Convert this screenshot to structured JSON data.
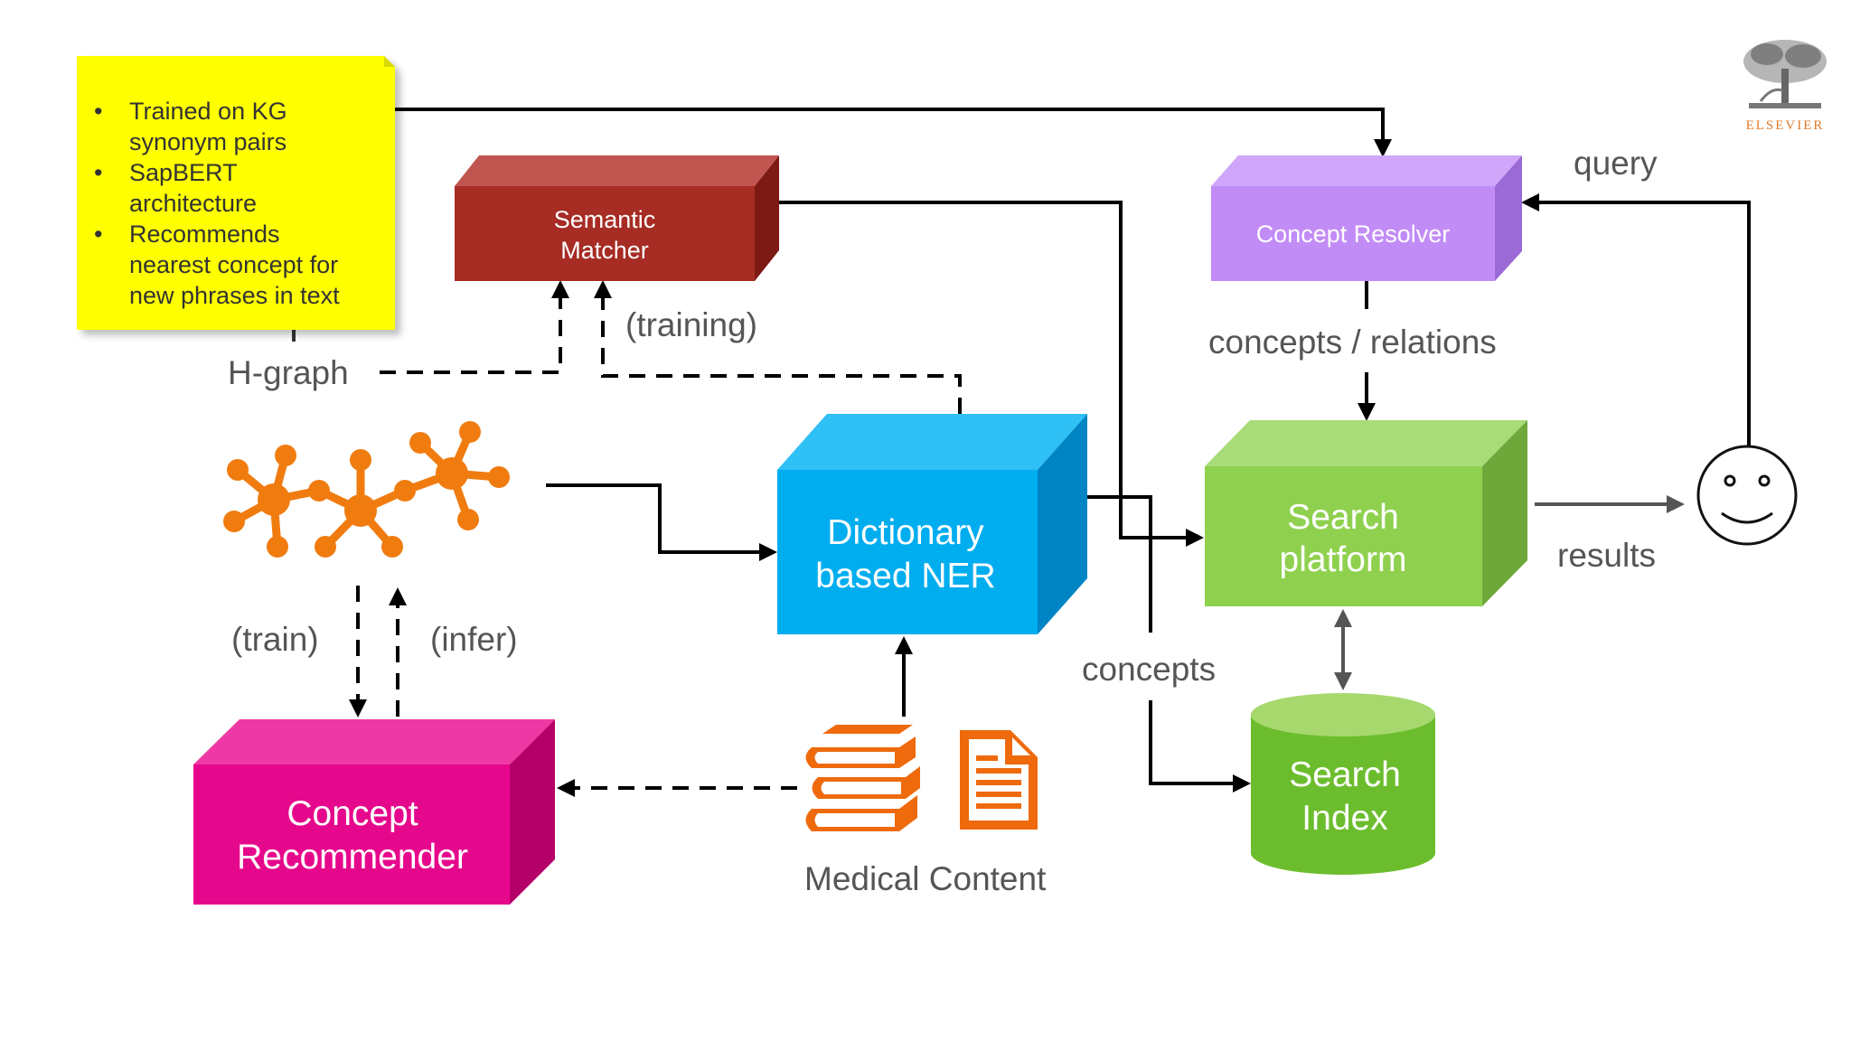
{
  "note": {
    "bullets": [
      [
        "Trained on KG",
        "synonym pairs"
      ],
      [
        "SapBERT",
        "architecture"
      ],
      [
        "Recommends",
        "nearest concept for",
        "new phrases in text"
      ]
    ]
  },
  "semantic_matcher": {
    "lines": [
      "Semantic",
      "Matcher"
    ]
  },
  "concept_resolver": {
    "label": "Concept Resolver"
  },
  "dictionary_ner": {
    "lines": [
      "Dictionary",
      "based NER"
    ]
  },
  "search_platform": {
    "lines": [
      "Search",
      "platform"
    ]
  },
  "search_index": {
    "lines": [
      "Search",
      "Index"
    ]
  },
  "concept_recommender": {
    "lines": [
      "Concept",
      "Recommender"
    ]
  },
  "labels": {
    "query": "query",
    "concepts_relations": "concepts / relations",
    "results": "results",
    "concepts": "concepts",
    "training": "(training)",
    "h_graph": "H-graph",
    "train": "(train)",
    "infer": "(infer)",
    "medical_content": "Medical Content"
  },
  "logo": {
    "text": "ELSEVIER"
  },
  "colors": {
    "note": "#ffff00",
    "semantic_matcher": "#a62c24",
    "concept_resolver": "#c28cf7",
    "dictionary_ner": "#00adef",
    "search_platform": "#8fd14f",
    "search_index": "#6cbd2e",
    "concept_recommender": "#e6088c",
    "graph": "#f07c10",
    "icons": "#ee6a0c",
    "logo": "#e07a2a"
  },
  "icons": [
    "knowledge-graph-icon",
    "books-icon",
    "document-icon",
    "smiley-user-icon",
    "elsevier-tree-logo"
  ]
}
